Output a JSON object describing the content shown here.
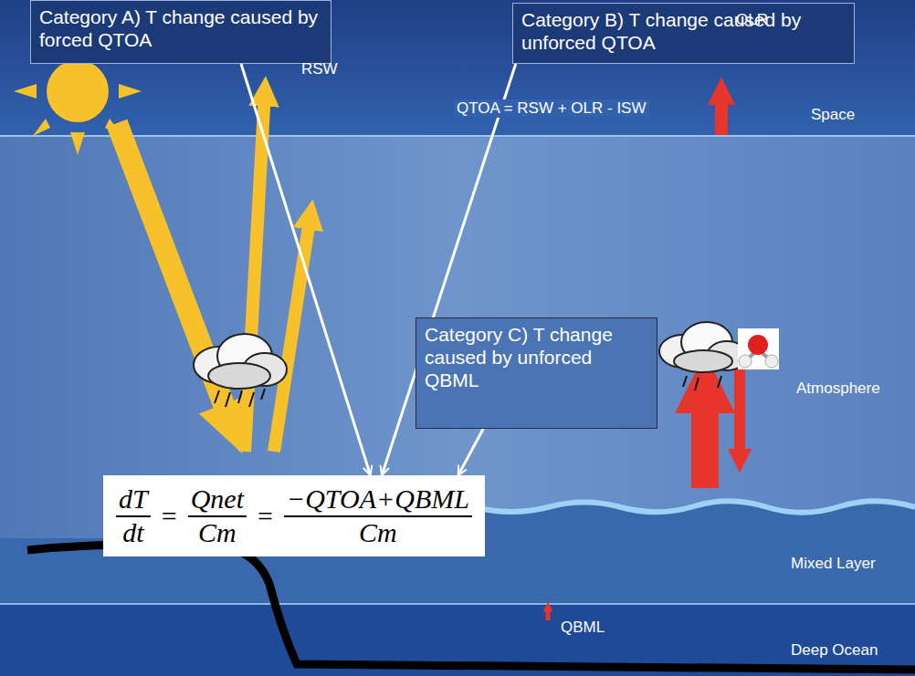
{
  "diagram": {
    "nodes": [
      {
        "text": [
          "Category A) T change caused by forced QTOA"
        ]
      },
      {
        "text": [
          "Category B) T change caused by unforced QTOA"
        ]
      },
      {
        "text": [
          "Category C) T change caused by unforced QBML"
        ]
      },
      {
        "text": [
          "dT",
          "dt",
          "=",
          "Qnet",
          "Cm",
          "=",
          "−QTOA+QBML",
          "Cm"
        ]
      }
    ],
    "edges": [
      {
        "from": 0,
        "to": 3,
        "arrow": "to"
      },
      {
        "from": 1,
        "to": 3,
        "arrow": "to"
      },
      {
        "from": 2,
        "to": 3,
        "arrow": "to"
      }
    ],
    "labels": [
      "RSW",
      "OLR",
      "QTOA = RSW + OLR - ISW",
      "Space",
      "Atmosphere",
      "Mixed Layer",
      "Deep Ocean",
      "QBML"
    ]
  }
}
